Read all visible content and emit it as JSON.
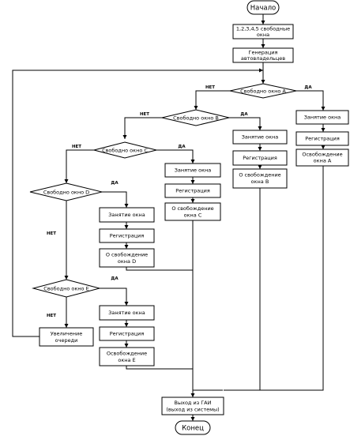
{
  "diagram": {
    "start": "Начало",
    "end": "Конец",
    "windows_free": [
      "1,2,3,4,5 свободные",
      "окна"
    ],
    "generation": [
      "Генерация",
      "автовладельцев"
    ],
    "decisions": {
      "a": "Свободно окно А",
      "b": "Свободно окно В",
      "c": "Свободно окно С",
      "d": "Свободно окно D",
      "e": "Свободно окно  Е"
    },
    "occupy": "Занятие окна",
    "register": "Регистрация",
    "release": {
      "a": [
        "Освобождение",
        "окна А"
      ],
      "b": [
        "О свобождение",
        "окна В"
      ],
      "c": [
        "О свобождение",
        "окна С"
      ],
      "d": [
        "О свобождение",
        "окна D"
      ],
      "e": [
        "Освобождение",
        "окна Е"
      ]
    },
    "queue": [
      "Увеличение",
      "очереди"
    ],
    "exit": [
      "Выход из ГАИ",
      "(выход из системы)"
    ],
    "yes": "ДА",
    "no": "НЕТ"
  }
}
